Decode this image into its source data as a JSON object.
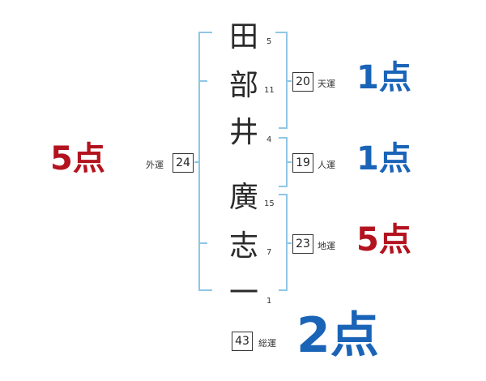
{
  "colors": {
    "bracket": "#8fc6e6",
    "blue": "#1a64b8",
    "red": "#b3131f"
  },
  "name_chars": [
    {
      "char": "田",
      "strokes": "5"
    },
    {
      "char": "部",
      "strokes": "11"
    },
    {
      "char": "井",
      "strokes": "4"
    },
    {
      "char": "廣",
      "strokes": "15"
    },
    {
      "char": "志",
      "strokes": "7"
    },
    {
      "char": "一",
      "strokes": "1"
    }
  ],
  "tenun": {
    "value": "20",
    "label": "天運",
    "score": "1点"
  },
  "jinun": {
    "value": "19",
    "label": "人運",
    "score": "1点"
  },
  "chiun": {
    "value": "23",
    "label": "地運",
    "score": "5点"
  },
  "gaiun": {
    "value": "24",
    "label": "外運",
    "score": "5点"
  },
  "souun": {
    "value": "43",
    "label": "総運",
    "score": "2点"
  }
}
